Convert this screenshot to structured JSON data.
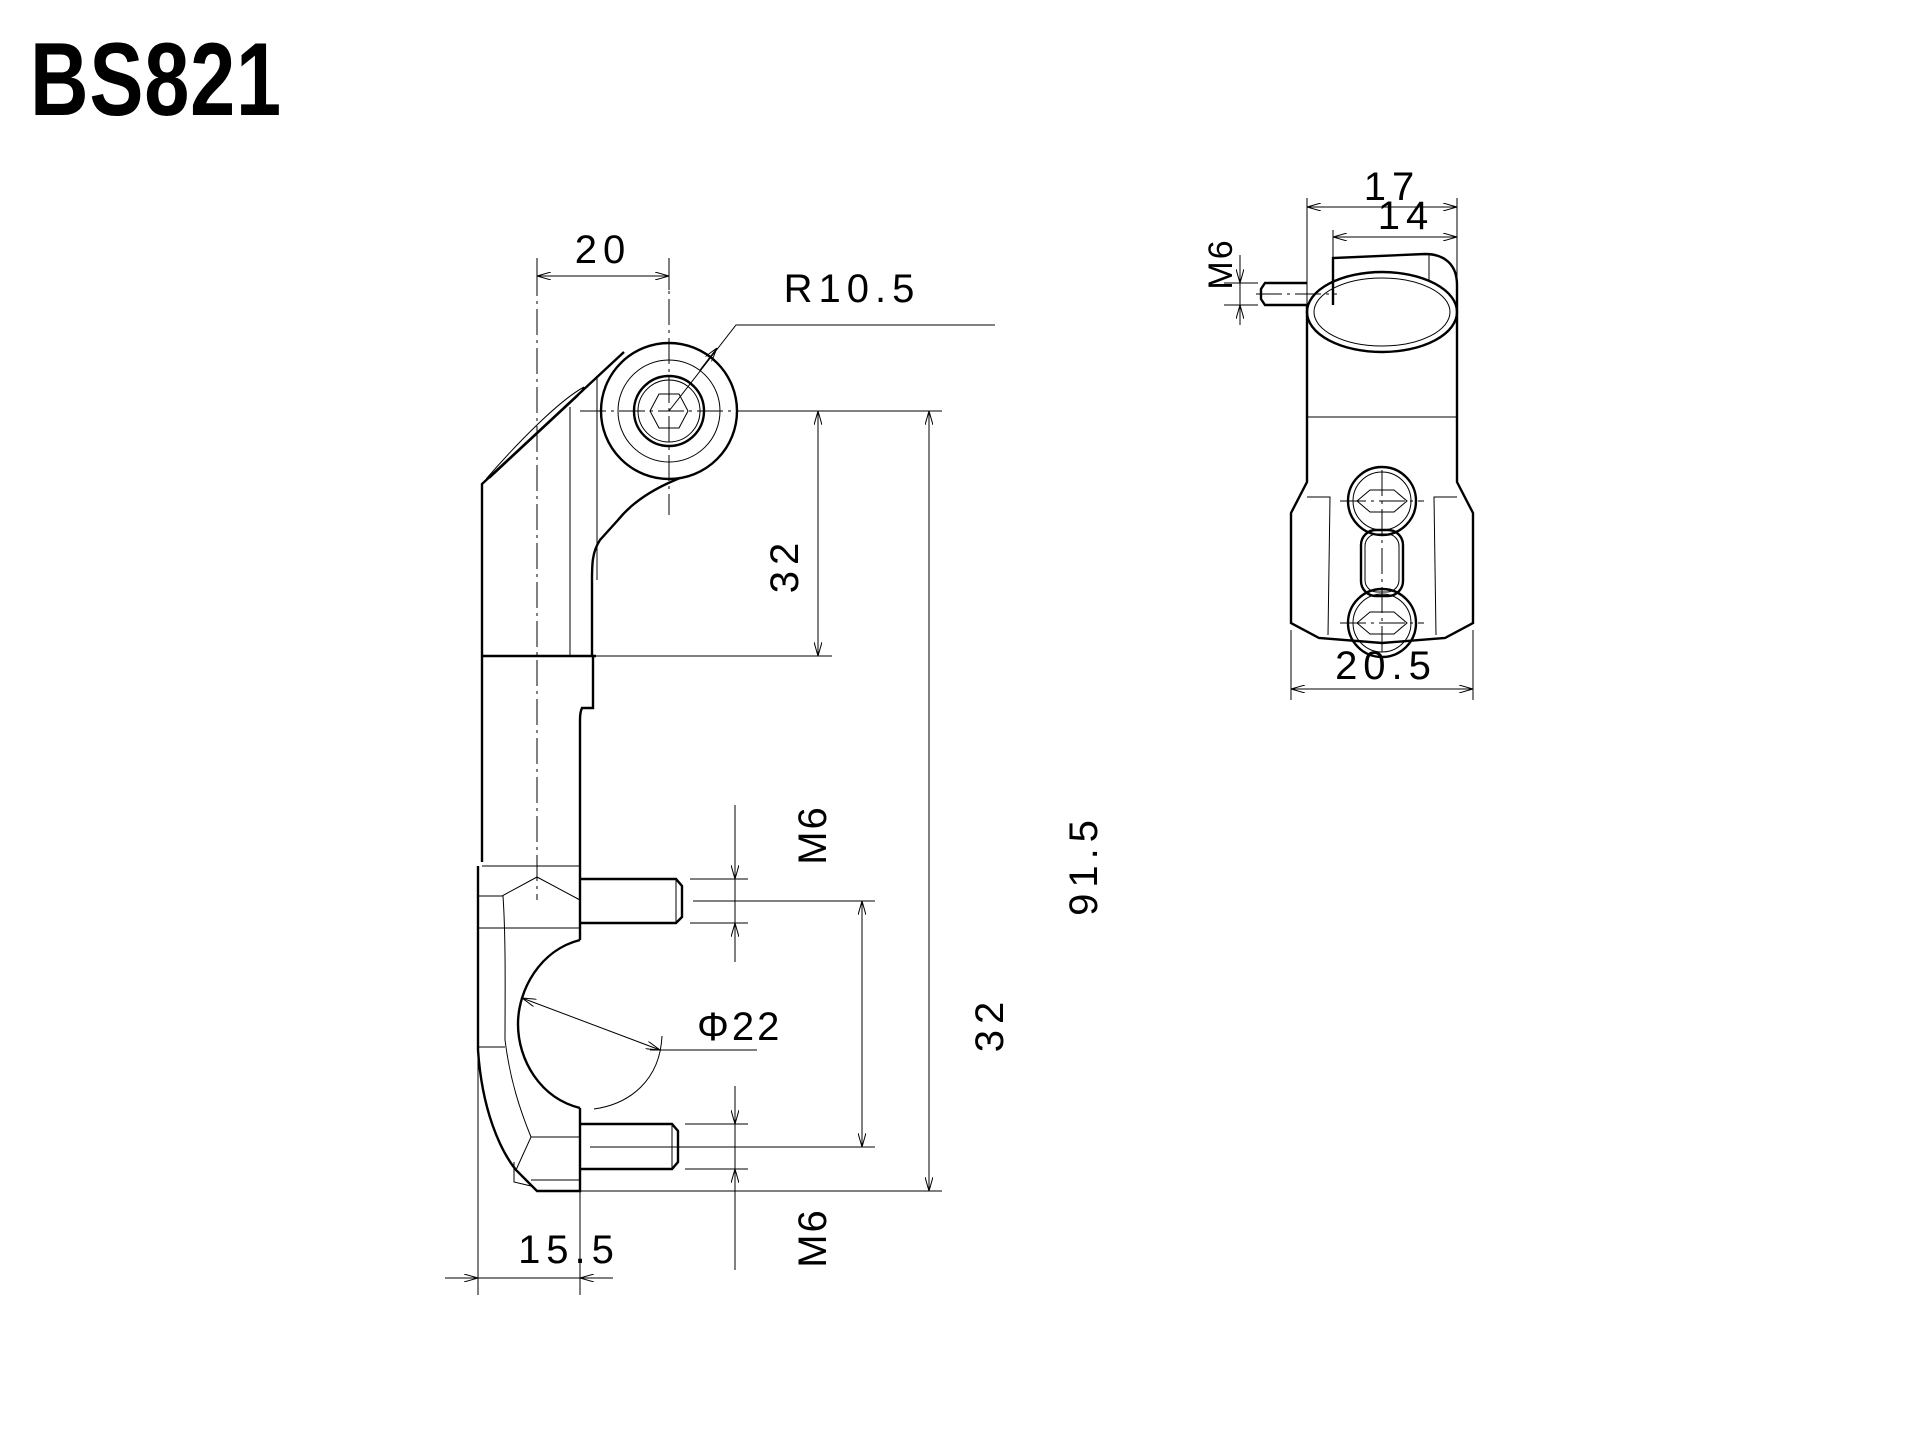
{
  "title": "BS821",
  "dimensions": {
    "front_width_top": "20",
    "radius": "R10.5",
    "upper_height": "32",
    "total_height": "91.5",
    "thread_upper": "M6",
    "bore_diameter": "Φ22",
    "pin_spacing": "32",
    "thread_lower": "M6",
    "base_width": "15.5",
    "side_width_outer": "17",
    "side_width_inner": "14",
    "side_thread": "M6",
    "side_clamp_width": "20.5"
  }
}
